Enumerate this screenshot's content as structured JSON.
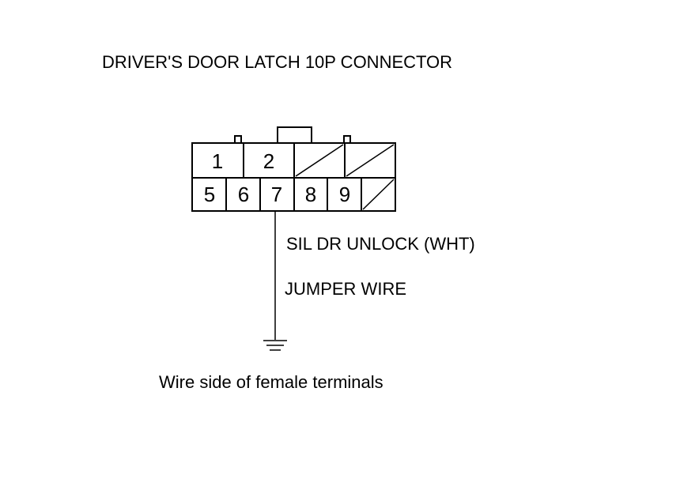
{
  "title": "DRIVER'S DOOR LATCH 10P CONNECTOR",
  "connector": {
    "top_row": [
      "1",
      "2"
    ],
    "bottom_row": [
      "5",
      "6",
      "7",
      "8",
      "9"
    ]
  },
  "wire_label": "SIL DR UNLOCK (WHT)",
  "jumper_label": "JUMPER WIRE",
  "caption": "Wire side of female terminals",
  "icons": [
    "ground-icon"
  ]
}
